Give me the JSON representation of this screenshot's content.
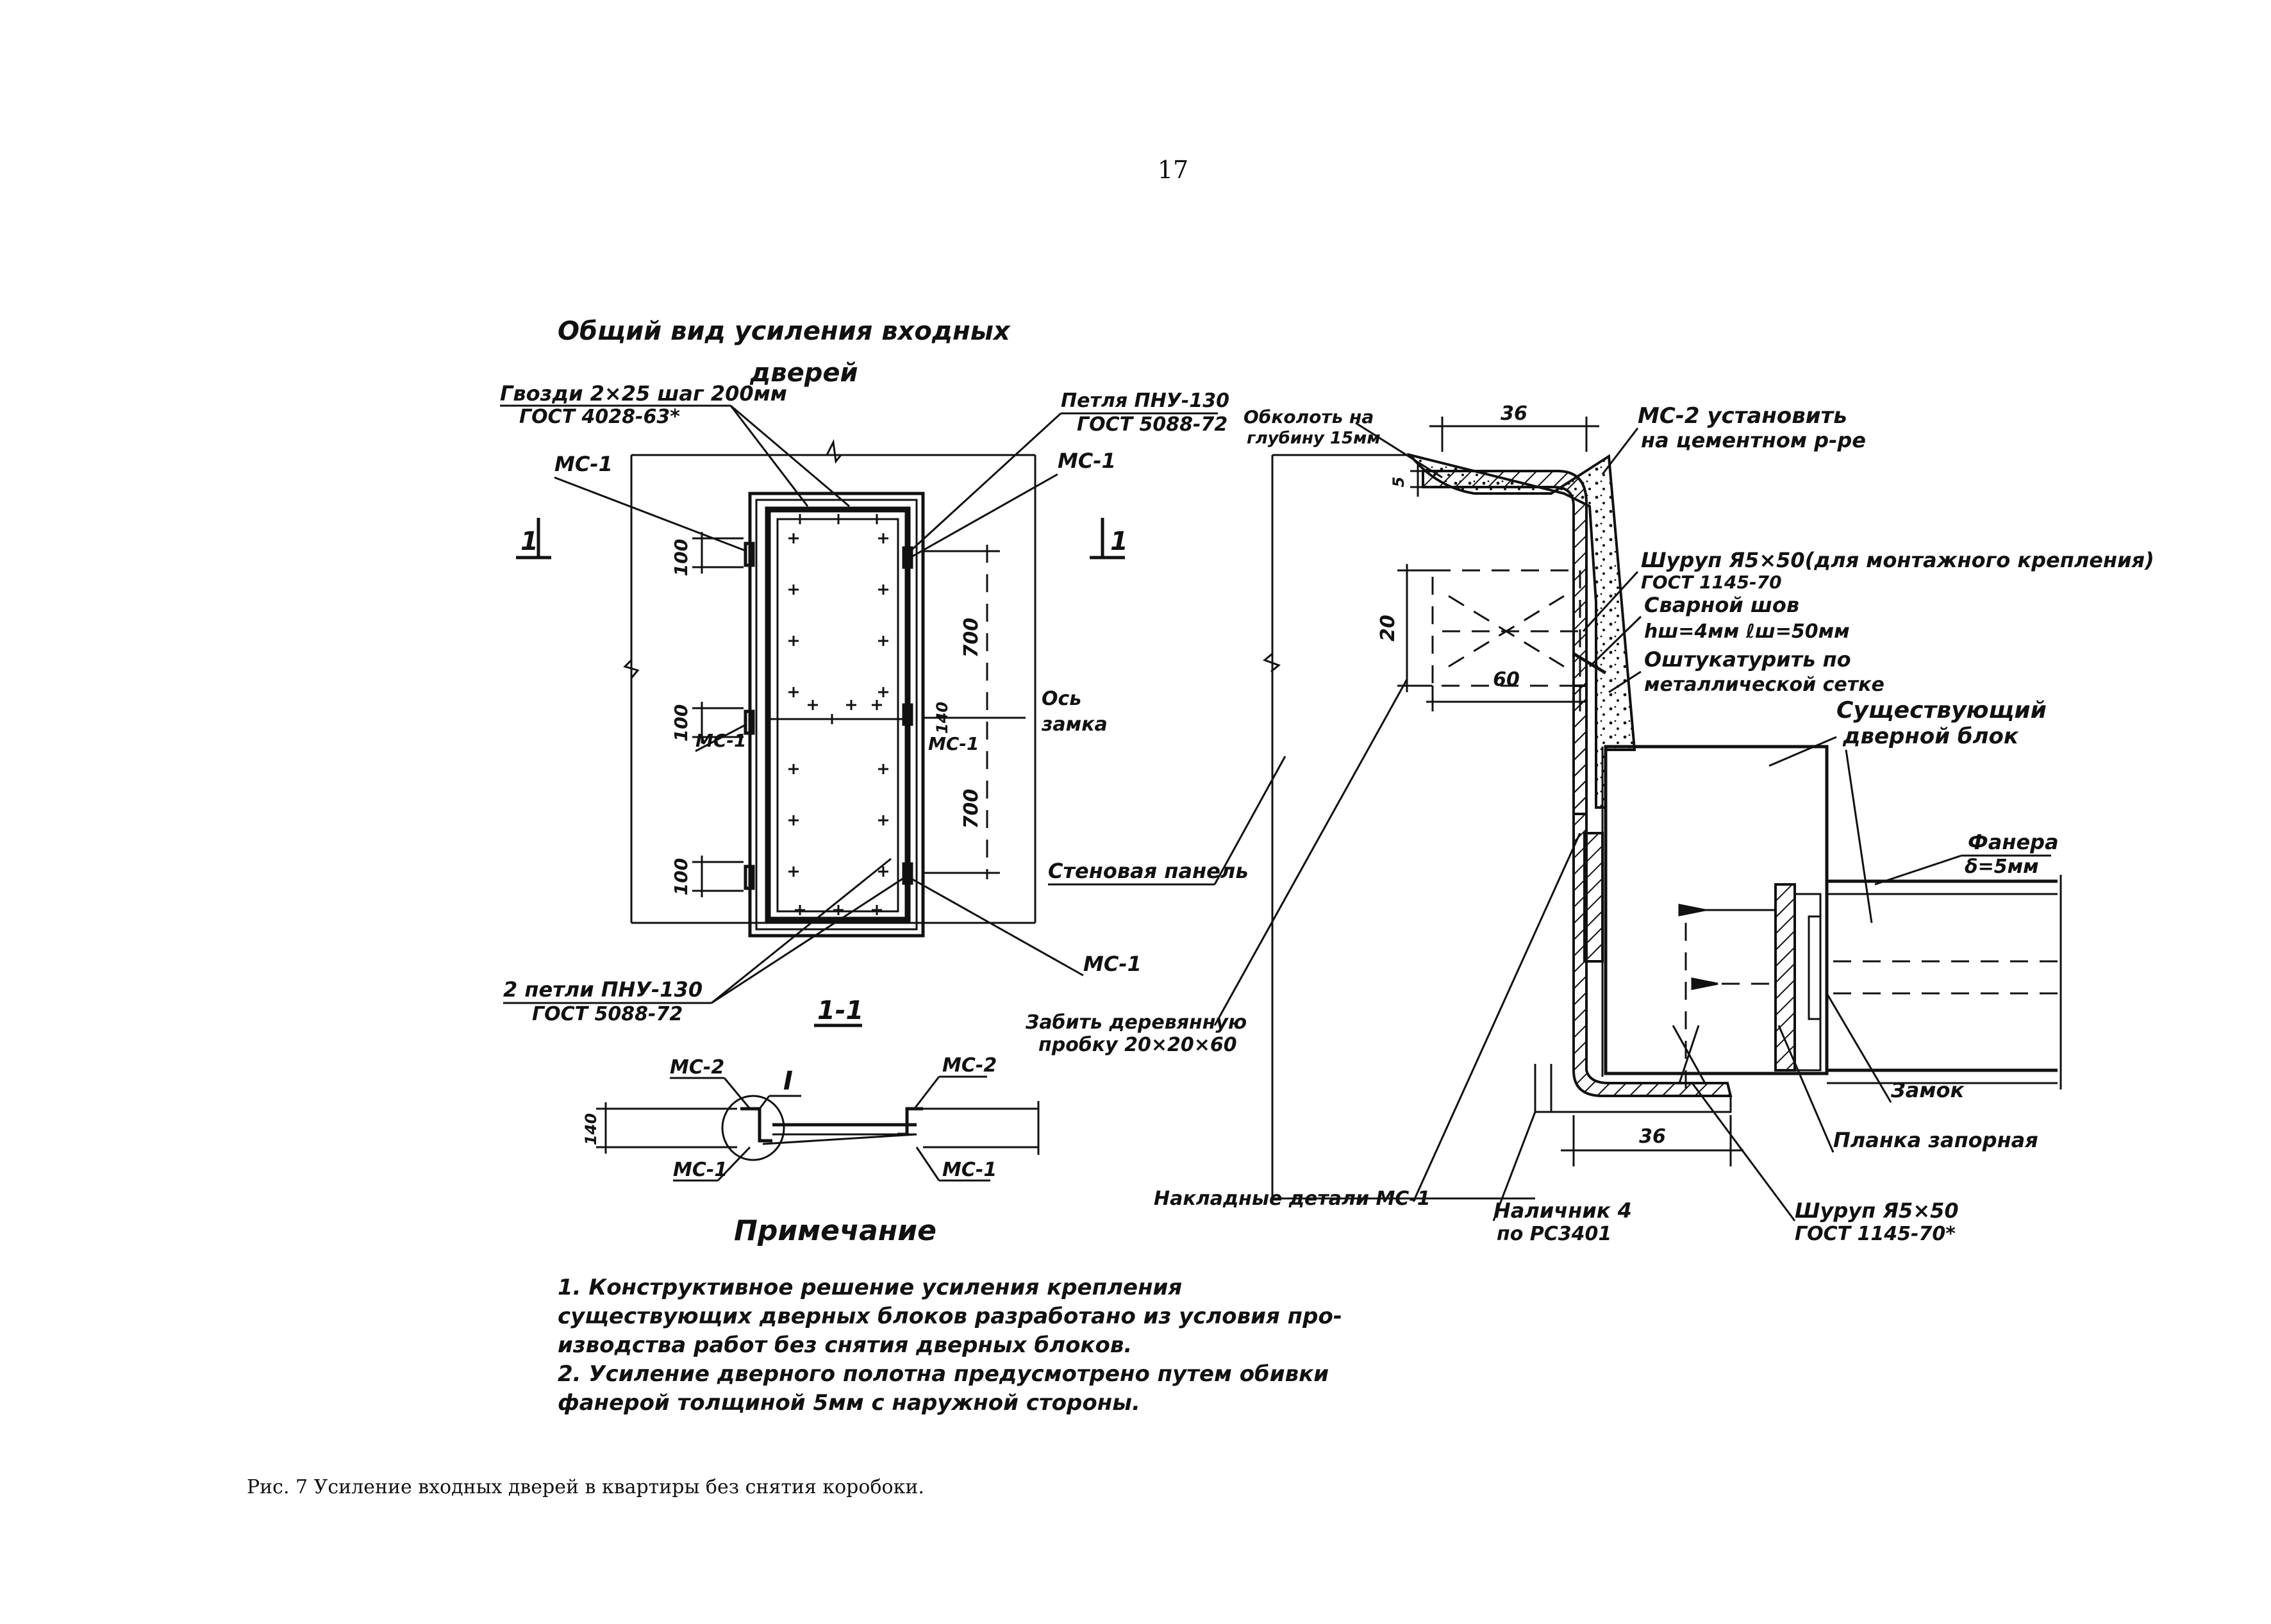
{
  "page_number": "17",
  "general_view": {
    "title_line1": "Общий вид усиления входных",
    "title_line2": "дверей",
    "nails_line1": "Гвозди 2×25 шаг 200мм",
    "nails_line2": "ГОСТ 4028-63*",
    "hinge_top_line1": "Петля ПНУ-130",
    "hinge_top_line2": "ГОСТ 5088-72",
    "ms1_left": "МС-1",
    "ms1_right": "МС-1",
    "ms1_mid_left": "МС-1",
    "ms1_mid_right": "МС-1",
    "ms1_bottom": "МС-1",
    "section_mark_left": "1",
    "section_mark_right": "1",
    "dim_100_top": "100",
    "dim_100_mid": "100",
    "dim_100_bottom": "100",
    "dim_700_top": "700",
    "dim_700_bottom": "700",
    "dim_40": "140",
    "lock_axis_line1": "Ось",
    "lock_axis_line2": "замка",
    "hinges_bottom_line1": "2 петли ПНУ-130",
    "hinges_bottom_line2": "ГОСТ 5088-72"
  },
  "section": {
    "title": "1-1",
    "ms2_left": "МС-2",
    "ms2_right": "МС-2",
    "ms1_left": "МС-1",
    "ms1_right": "МС-1",
    "callout": "I",
    "dim_40": "140"
  },
  "detail": {
    "cut_depth_line1": "Обколоть на",
    "cut_depth_line2": "глубину 15мм",
    "dim_36_top": "36",
    "dim_5": "5",
    "ms2_install_line1": "МС-2 установить",
    "ms2_install_line2": "на цементном р-ре",
    "screw_top_line1": "Шуруп Я5×50(для монтажного крепления)",
    "screw_top_line2": "ГОСТ 1145-70",
    "weld_line1": "Сварной шов",
    "weld_line2": "hш=4мм  ℓш=50мм",
    "plaster_line1": "Оштукатурить по",
    "plaster_line2": "металлической сетке",
    "dim_20": "20",
    "dim_60": "60",
    "existing_block_line1": "Существующий",
    "existing_block_line2": "дверной блок",
    "wall_panel": "Стеновая панель",
    "plywood_line1": "Фанера",
    "plywood_line2": "δ=5мм",
    "wood_plug_line1": "Забить деревянную",
    "wood_plug_line2": "пробку 20×20×60",
    "lock": "Замок",
    "dim_36_bottom": "36",
    "strike_plate": "Планка запорная",
    "overlay_parts": "Накладные детали МС-1",
    "casing_line1": "Наличник 4",
    "casing_line2": "по РС3401",
    "screw_bottom_line1": "Шуруп Я5×50",
    "screw_bottom_line2": "ГОСТ 1145-70*"
  },
  "note": {
    "heading": "Примечание",
    "line1": "1. Конструктивное решение усиления крепления",
    "line2": "существующих дверных блоков разработано из условия про-",
    "line3": "изводства работ без снятия дверных блоков.",
    "line4": "2. Усиление дверного полотна предусмотрено путем обивки",
    "line5": "фанерой толщиной 5мм с наружной стороны."
  },
  "caption": "Рис. 7  Усиление входных дверей в квартиры без снятия коробоки."
}
